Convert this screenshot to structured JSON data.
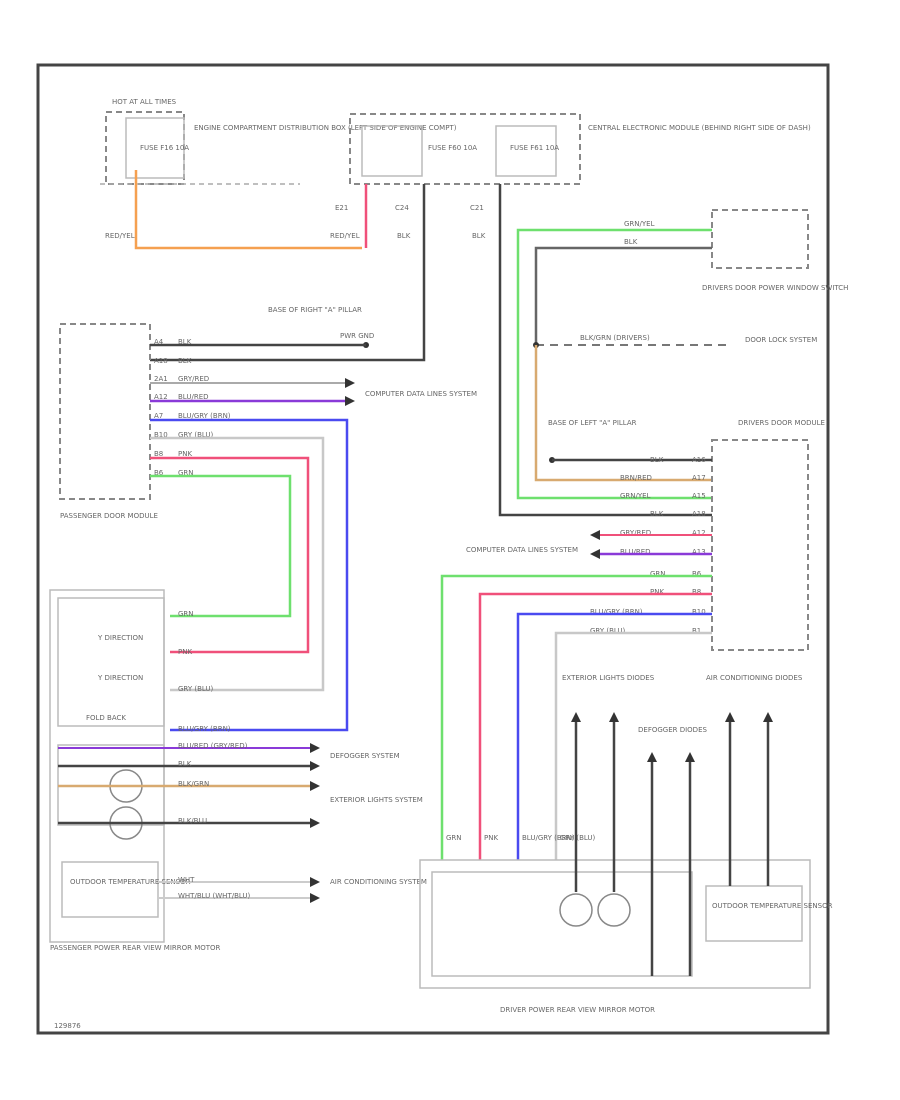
{
  "colors": {
    "red": "#f0507a",
    "green": "#6ee06e",
    "blue": "#4a4af0",
    "purple": "#8a3ad8",
    "orange": "#f5a050",
    "tan": "#d8aa70",
    "black": "#444444",
    "gray": "#aaaaaa",
    "redyel": "#f5a050"
  },
  "labels": {
    "hot_at_all_times": "HOT AT ALL TIMES",
    "fuse_f16": "FUSE F16 10A",
    "engine_box": "ENGINE COMPARTMENT DISTRIBUTION BOX (LEFT SIDE OF ENGINE COMPT)",
    "fuse_f60": "FUSE F60 10A",
    "fuse_f61": "FUSE F61 10A",
    "central_module": "CENTRAL ELECTRONIC MODULE (BEHIND RIGHT SIDE OF DASH)",
    "c21": "E21",
    "c24": "C24",
    "c21b": "C21",
    "red_yel": "RED/YEL",
    "blk": "BLK",
    "base_right_a_pillar": "BASE OF RIGHT \"A\" PILLAR",
    "pwr_gnd": "PWR GND",
    "drivers_door_switch": "DRIVERS DOOR POWER WINDOW SWITCH",
    "door_lock_system": "DOOR LOCK SYSTEM",
    "blk_grn_dashed": "BLK/GRN (DRIVERS)",
    "base_left_a_pillar": "BASE OF LEFT \"A\" PILLAR",
    "drivers_door_module": "DRIVERS DOOR MODULE",
    "computer_data_lines_1": "COMPUTER DATA LINES SYSTEM",
    "computer_data_lines_2": "COMPUTER DATA LINES SYSTEM",
    "passenger_door_module": "PASSENGER DOOR MODULE",
    "pass_mirror_motor": "PASSENGER POWER REAR VIEW MIRROR MOTOR",
    "driver_mirror_motor": "DRIVER POWER REAR VIEW MIRROR MOTOR",
    "defogger_system": "DEFOGGER SYSTEM",
    "exterior_lights_system": "EXTERIOR LIGHTS SYSTEM",
    "air_cond_system": "AIR CONDITIONING SYSTEM",
    "outdoor_temp_sensor": "OUTDOOR TEMPERATURE SENSOR",
    "exterior_lights_diodes": "EXTERIOR LIGHTS DIODES",
    "defogger_diodes": "DEFOGGER DIODES",
    "air_cond_diodes": "AIR CONDITIONING DIODES",
    "y_direction_1": "Y DIRECTION",
    "y_direction_2": "Y DIRECTION",
    "fold_back": "FOLD BACK",
    "footer_code": "129876"
  },
  "passenger_wires": [
    {
      "pin": "A4",
      "label": "BLK"
    },
    {
      "pin": "A18",
      "label": "BLK"
    },
    {
      "pin": "2A1",
      "label": "GRY/RED"
    },
    {
      "pin": "A12",
      "label": "BLU/RED"
    },
    {
      "pin": "A7",
      "label": "BLU/GRY (BRN)"
    },
    {
      "pin": "B10",
      "label": "GRY (BLU)"
    },
    {
      "pin": "B8",
      "label": "PNK"
    },
    {
      "pin": "B6",
      "label": "GRN"
    }
  ],
  "driver_wires": [
    {
      "pin": "A16",
      "label": "BLK"
    },
    {
      "pin": "A17",
      "label": "BRN/RED"
    },
    {
      "pin": "A15",
      "label": "GRN/YEL"
    },
    {
      "pin": "A18",
      "label": "BLK"
    },
    {
      "pin": "A12",
      "label": "GRY/RED"
    },
    {
      "pin": "A13",
      "label": "BLU/RED"
    },
    {
      "pin": "B6",
      "label": "GRN"
    },
    {
      "pin": "B8",
      "label": "PNK"
    },
    {
      "pin": "B10",
      "label": "BLU/GRY (BRN)"
    },
    {
      "pin": "B1",
      "label": "GRY (BLU)"
    }
  ],
  "mirror_wires": {
    "grn": "GRN",
    "pnk": "PNK",
    "gry_blu": "GRY (BLU)",
    "blu_gry": "BLU/GRY (BRN)",
    "blu_red": "BLU/RED (GRY/RED)",
    "blk": "BLK",
    "blk_grn": "BLK/GRN",
    "blk_blu": "BLK/BLU",
    "wht": "WHT",
    "wht_blu": "WHT/BLU (WHT/BLU)"
  },
  "switch_wires": {
    "grn_yel": "GRN/YEL",
    "blk": "BLK"
  }
}
